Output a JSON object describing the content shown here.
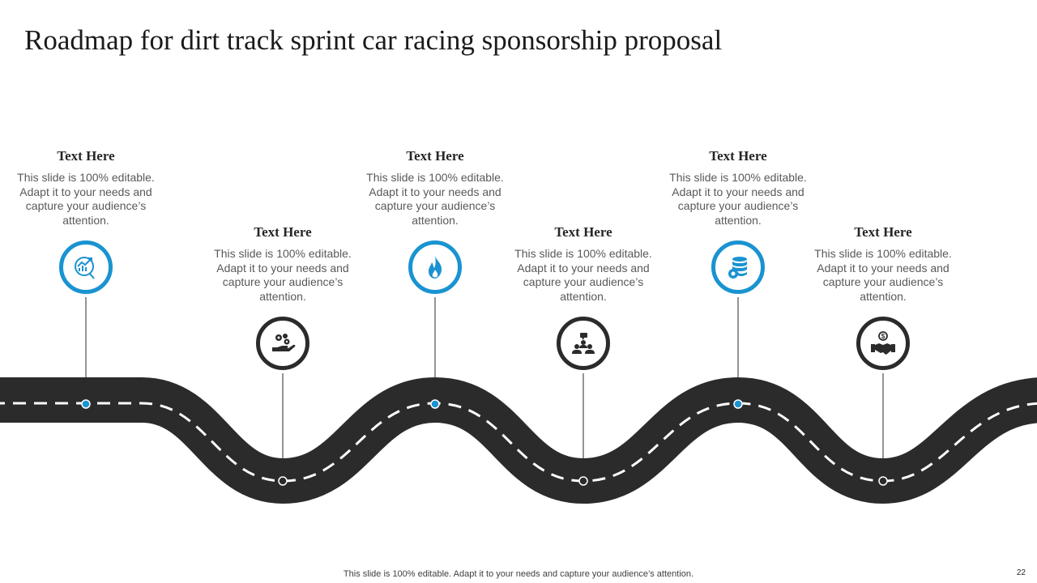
{
  "slide": {
    "title": "Roadmap for dirt track sprint car racing sponsorship proposal",
    "footer": "This slide is 100% editable. Adapt it to your needs and capture your audience’s attention.",
    "page_number": "22"
  },
  "colors": {
    "accent": "#1a93d1",
    "road": "#2b2b2b",
    "text": "#595959"
  },
  "milestones": [
    {
      "heading": "Text Here",
      "body": "This slide is 100% editable. Adapt it to your needs and capture your audience’s attention.",
      "icon": "growth-chart-icon",
      "style": "blue"
    },
    {
      "heading": "Text Here",
      "body": "This slide is 100% editable. Adapt it to your needs and capture your audience’s attention.",
      "icon": "hand-gears-icon",
      "style": "dark"
    },
    {
      "heading": "Text Here",
      "body": "This slide is 100% editable. Adapt it to your needs and capture your audience’s attention.",
      "icon": "flame-icon",
      "style": "blue"
    },
    {
      "heading": "Text Here",
      "body": "This slide is 100% editable. Adapt it to your needs and capture your audience’s attention.",
      "icon": "team-chat-icon",
      "style": "dark"
    },
    {
      "heading": "Text Here",
      "body": "This slide is 100% editable. Adapt it to your needs and capture your audience’s attention.",
      "icon": "database-gear-icon",
      "style": "blue"
    },
    {
      "heading": "Text Here",
      "body": "This slide is 100% editable. Adapt it to your needs and capture your audience’s attention.",
      "icon": "handshake-dollar-icon",
      "style": "dark"
    }
  ]
}
